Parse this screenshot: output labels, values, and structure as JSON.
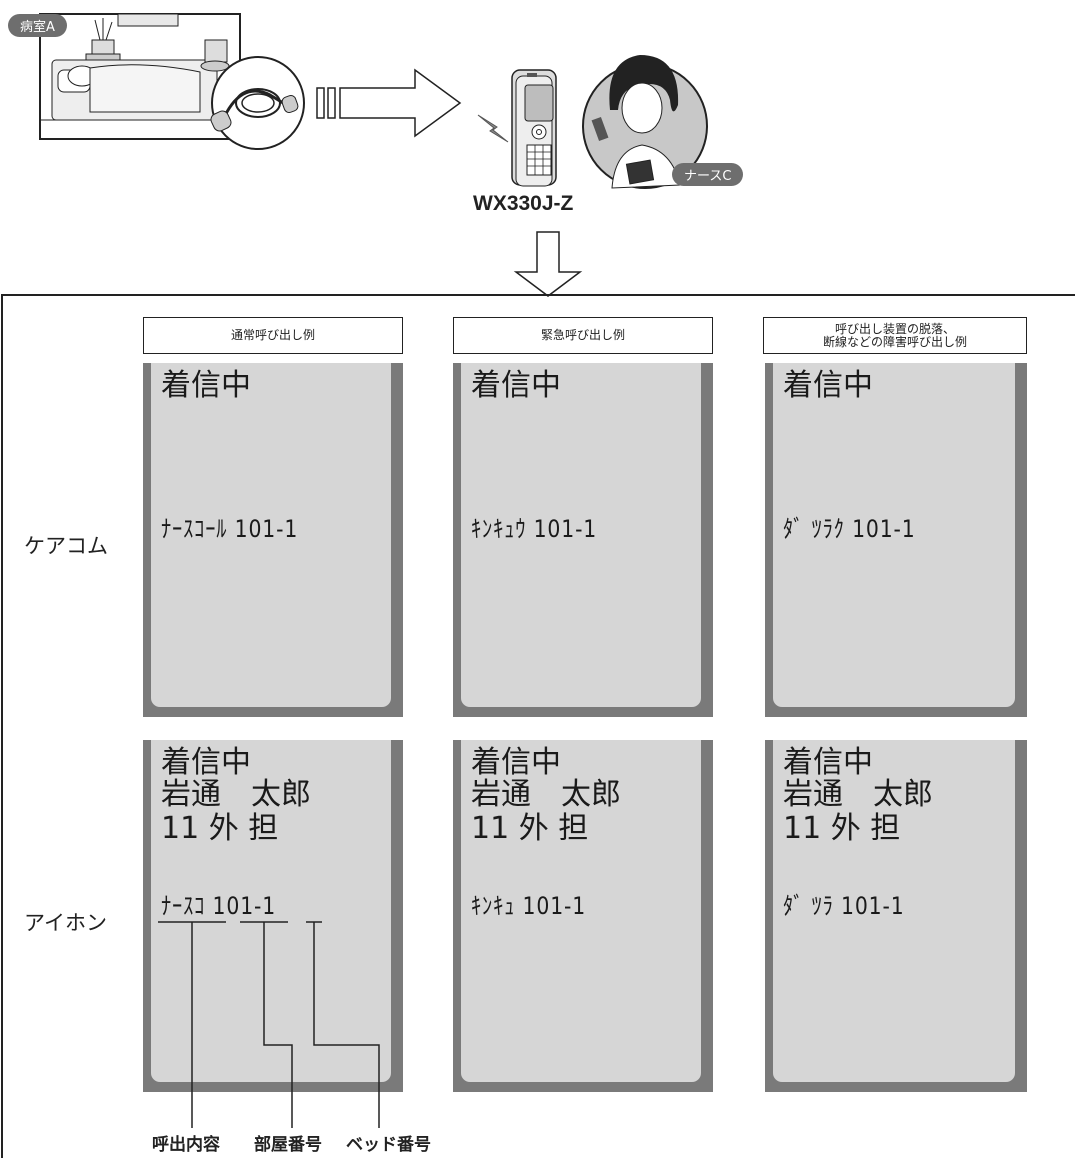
{
  "scene": {
    "room_tag": "病室A",
    "nurse_tag": "ナースC",
    "device_model": "WX330J-Z"
  },
  "columns": [
    {
      "header": "通常呼び出し例"
    },
    {
      "header": "緊急呼び出し例"
    },
    {
      "header_line1": "呼び出し装置の脱落、",
      "header_line2": "断線などの障害呼び出し例"
    }
  ],
  "rows": {
    "carecom": {
      "label": "ケアコム",
      "screens": [
        {
          "line1": "着信中",
          "call": "ﾅｰｽｺｰﾙ 101-1"
        },
        {
          "line1": "着信中",
          "call": "ｷﾝｷｭｳ 101-1"
        },
        {
          "line1": "着信中",
          "call": "ﾀﾞ ﾂﾗｸ 101-1"
        }
      ]
    },
    "aiphone": {
      "label": "アイホン",
      "screens": [
        {
          "line1": "着信中",
          "line2": "岩通　太郎",
          "line3": "11 外 担",
          "call_type": "ﾅｰｽｺ",
          "call_room": "101-",
          "call_bed": "1"
        },
        {
          "line1": "着信中",
          "line2": "岩通　太郎",
          "line3": "11 外 担",
          "call": "ｷﾝｷｭ 101-1"
        },
        {
          "line1": "着信中",
          "line2": "岩通　太郎",
          "line3": "11 外 担",
          "call": "ﾀﾞ ﾂﾗ 101-1"
        }
      ]
    }
  },
  "callouts": {
    "content": "呼出内容",
    "room_number": "部屋番号",
    "bed_number": "ベッド番号"
  }
}
